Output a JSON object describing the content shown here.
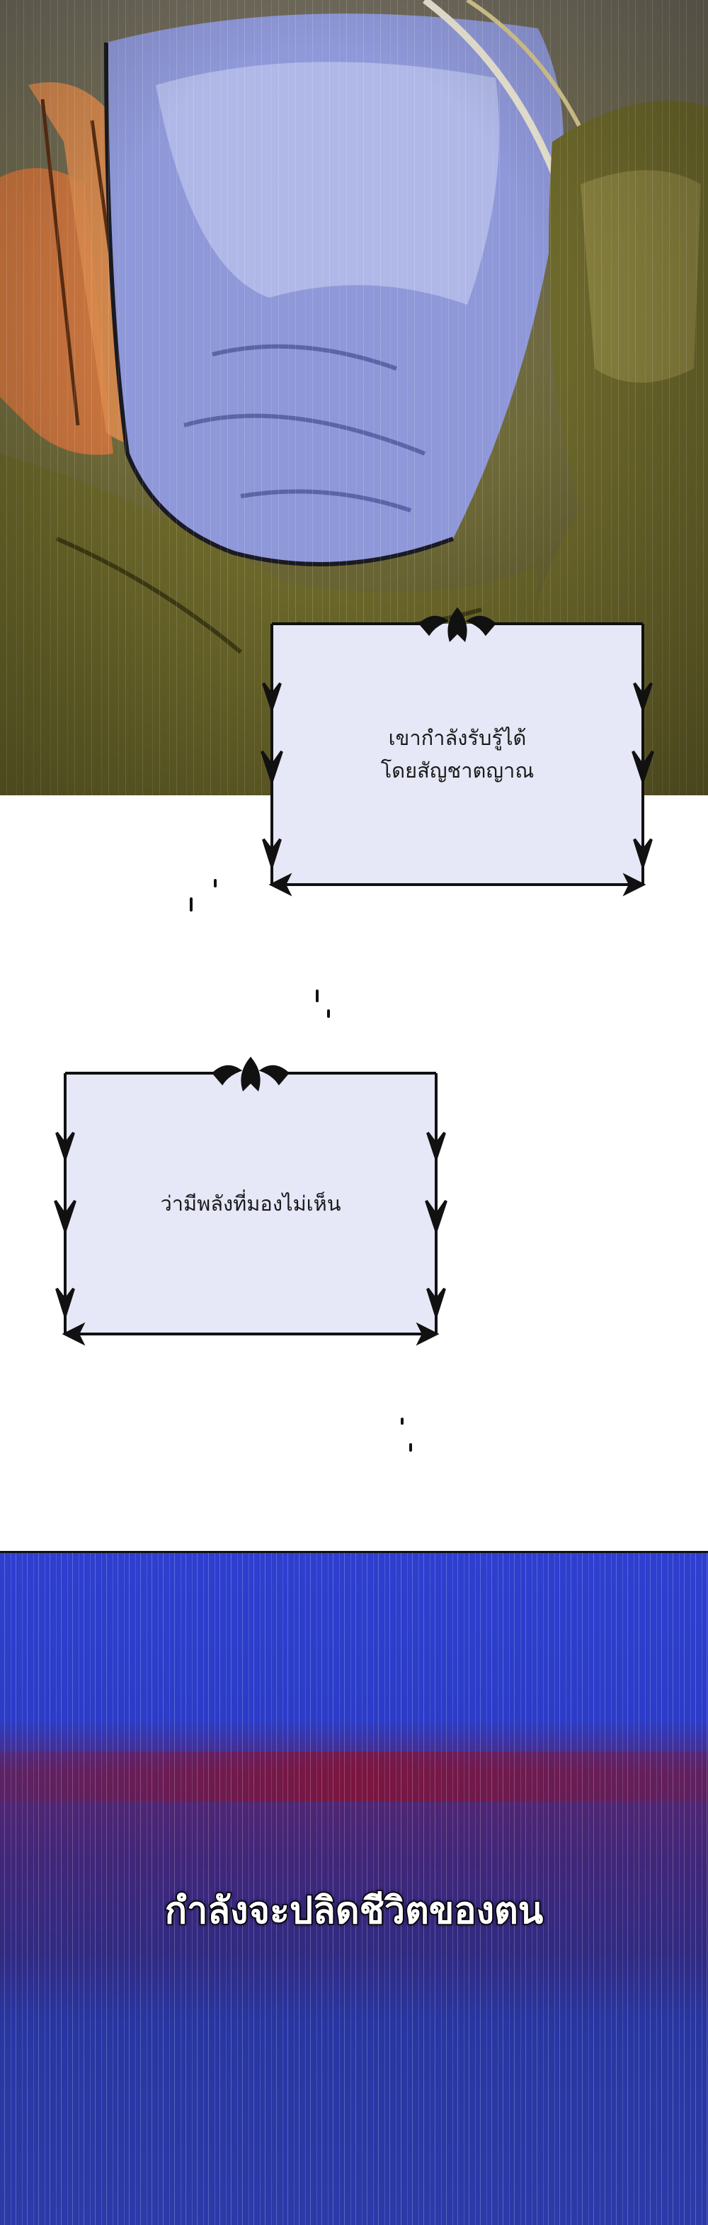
{
  "captions": [
    {
      "text": "เขากำลังรับรู้ได้\nโดยสัญชาตญาณ"
    },
    {
      "text": "ว่ามีพลังที่มองไม่เห็น"
    }
  ],
  "shout": {
    "text": "กำลังจะปลิดชีวิตของตน"
  },
  "colors": {
    "caption_bg": "#e6e8f7",
    "ornament": "#111111",
    "panel_blue": "#2e3fcf",
    "blood_red": "#8c1430",
    "robe_lavender": "#8f98d8",
    "armor_olive": "#6f6a2c",
    "rope_orange": "#c8743e"
  }
}
